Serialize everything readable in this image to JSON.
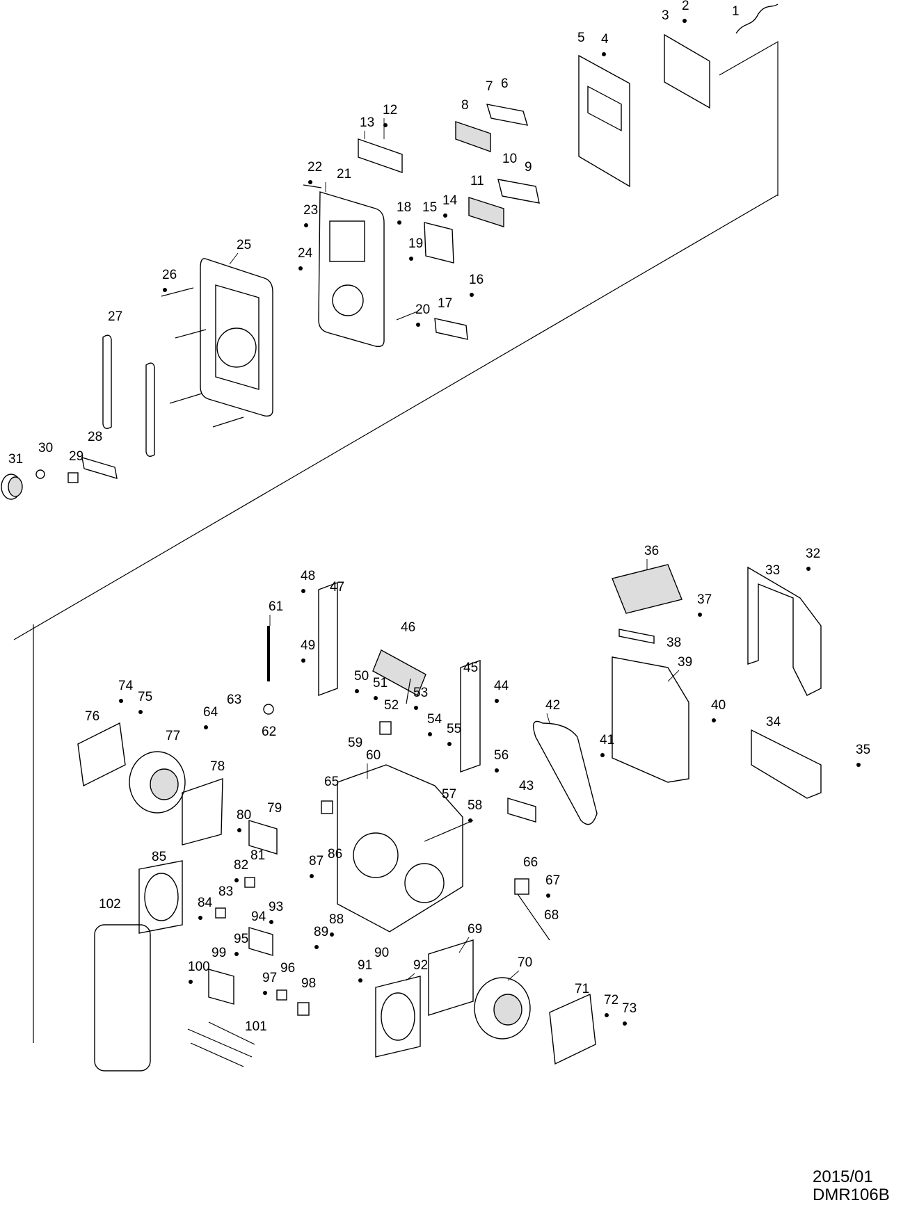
{
  "page_title": "",
  "footer": {
    "date": "2015/01",
    "model": "DMR106B"
  },
  "parts": [
    "1",
    "2",
    "3",
    "4",
    "5",
    "6",
    "7",
    "8",
    "9",
    "10",
    "11",
    "12",
    "13",
    "14",
    "15",
    "16",
    "17",
    "18",
    "19",
    "20",
    "21",
    "22",
    "23",
    "24",
    "25",
    "26",
    "27",
    "28",
    "29",
    "30",
    "31",
    "32",
    "33",
    "34",
    "35",
    "36",
    "37",
    "38",
    "39",
    "40",
    "41",
    "42",
    "43",
    "44",
    "45",
    "46",
    "47",
    "48",
    "49",
    "50",
    "51",
    "52",
    "53",
    "54",
    "55",
    "56",
    "57",
    "58",
    "59",
    "60",
    "61",
    "62",
    "63",
    "64",
    "65",
    "66",
    "67",
    "68",
    "69",
    "70",
    "71",
    "72",
    "73",
    "74",
    "75",
    "76",
    "77",
    "78",
    "79",
    "80",
    "81",
    "82",
    "83",
    "84",
    "85",
    "86",
    "87",
    "88",
    "89",
    "90",
    "91",
    "92",
    "93",
    "94",
    "95",
    "96",
    "97",
    "98",
    "99",
    "100",
    "101",
    "102"
  ],
  "colors": {
    "line": "#000000",
    "background": "#ffffff",
    "part_fill": "#ffffff",
    "part_shade": "#dcdcdc"
  }
}
